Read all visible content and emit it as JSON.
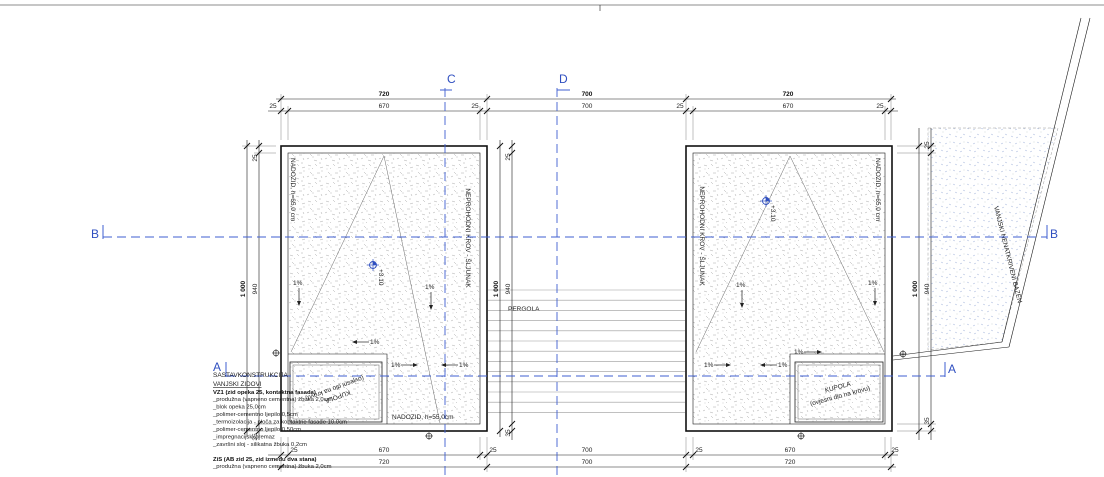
{
  "sections": {
    "c": "C",
    "d": "D",
    "b_left": "B",
    "b_right": "B",
    "a_left": "A",
    "a_right": "A"
  },
  "dims_top": {
    "totals": [
      "720",
      "700",
      "720"
    ],
    "parts": [
      "25",
      "670",
      "25",
      "700",
      "25",
      "670",
      "25"
    ]
  },
  "dims_bottom": {
    "parts": [
      "25",
      "670",
      "25",
      "700",
      "25",
      "670",
      "25"
    ],
    "totals": [
      "720",
      "700",
      "720"
    ]
  },
  "dims_vertical": {
    "left": {
      "total": "1 000",
      "parts": [
        "25",
        "940",
        "35"
      ]
    },
    "middle": {
      "total": "1 000",
      "parts": [
        "25",
        "940",
        "35"
      ]
    },
    "right": {
      "total": "1 000",
      "parts": [
        "25",
        "940",
        "35"
      ]
    }
  },
  "left_building": {
    "roof_label": "NEPROHODNI KROV - ŠLJUNAK",
    "parapet_top": "NADOZID, h=65,0 cm",
    "parapet_bottom": "NADOZID, h=55,0cm",
    "elevation": "+3.10",
    "slopes": [
      "1%",
      "1%",
      "1%",
      "1%",
      "1%"
    ],
    "dome": {
      "title": "KUPOLA",
      "note": "(ovjesni dio na krovu)"
    }
  },
  "right_building": {
    "roof_label": "NEPROHODNI KROV - ŠLJUNAK",
    "parapet_top": "NADOZID, h=65,0 cm",
    "elevation": "+3.10",
    "slopes": [
      "1%",
      "1%",
      "1%",
      "1%",
      "1%"
    ],
    "dome": {
      "title": "KUPOLA",
      "note": "(ovjesni dio na krovu)"
    }
  },
  "pergola": {
    "label": "PERGOLA"
  },
  "pool": {
    "label": "VANJSKI NENATKRIVENI BAZEN"
  },
  "legend": {
    "title": "SASTAVKONSTRUKCIJA",
    "section": "VANJSKI ZIDOVI",
    "vz1": {
      "heading": "VZ1 (zid opeka 25, kontaktna fasada)",
      "layers": [
        "_produžna (vapneno cementna) žbuka 2,0cm",
        "_blok opeka 25,0cm",
        "_polimer-cementno ljepilo 0,5cm",
        "_termoizolacija - ploča za kontaktne fasade 10,0cm",
        "_polimer-cementno ljepilo 0,50cm",
        "_impregnacijski premaz",
        "_završni sloj - silikatna žbuka 0,2cm"
      ]
    },
    "zis": {
      "heading": "ZiS (AB zid 25, zid između dva stana)",
      "layers": [
        "_produžna (vapneno cementna) žbuka 2,0cm"
      ]
    }
  },
  "colors": {
    "section_line": "#3f5fd0",
    "linework": "#1a1a1a",
    "hatch": "#a8a8a8"
  }
}
